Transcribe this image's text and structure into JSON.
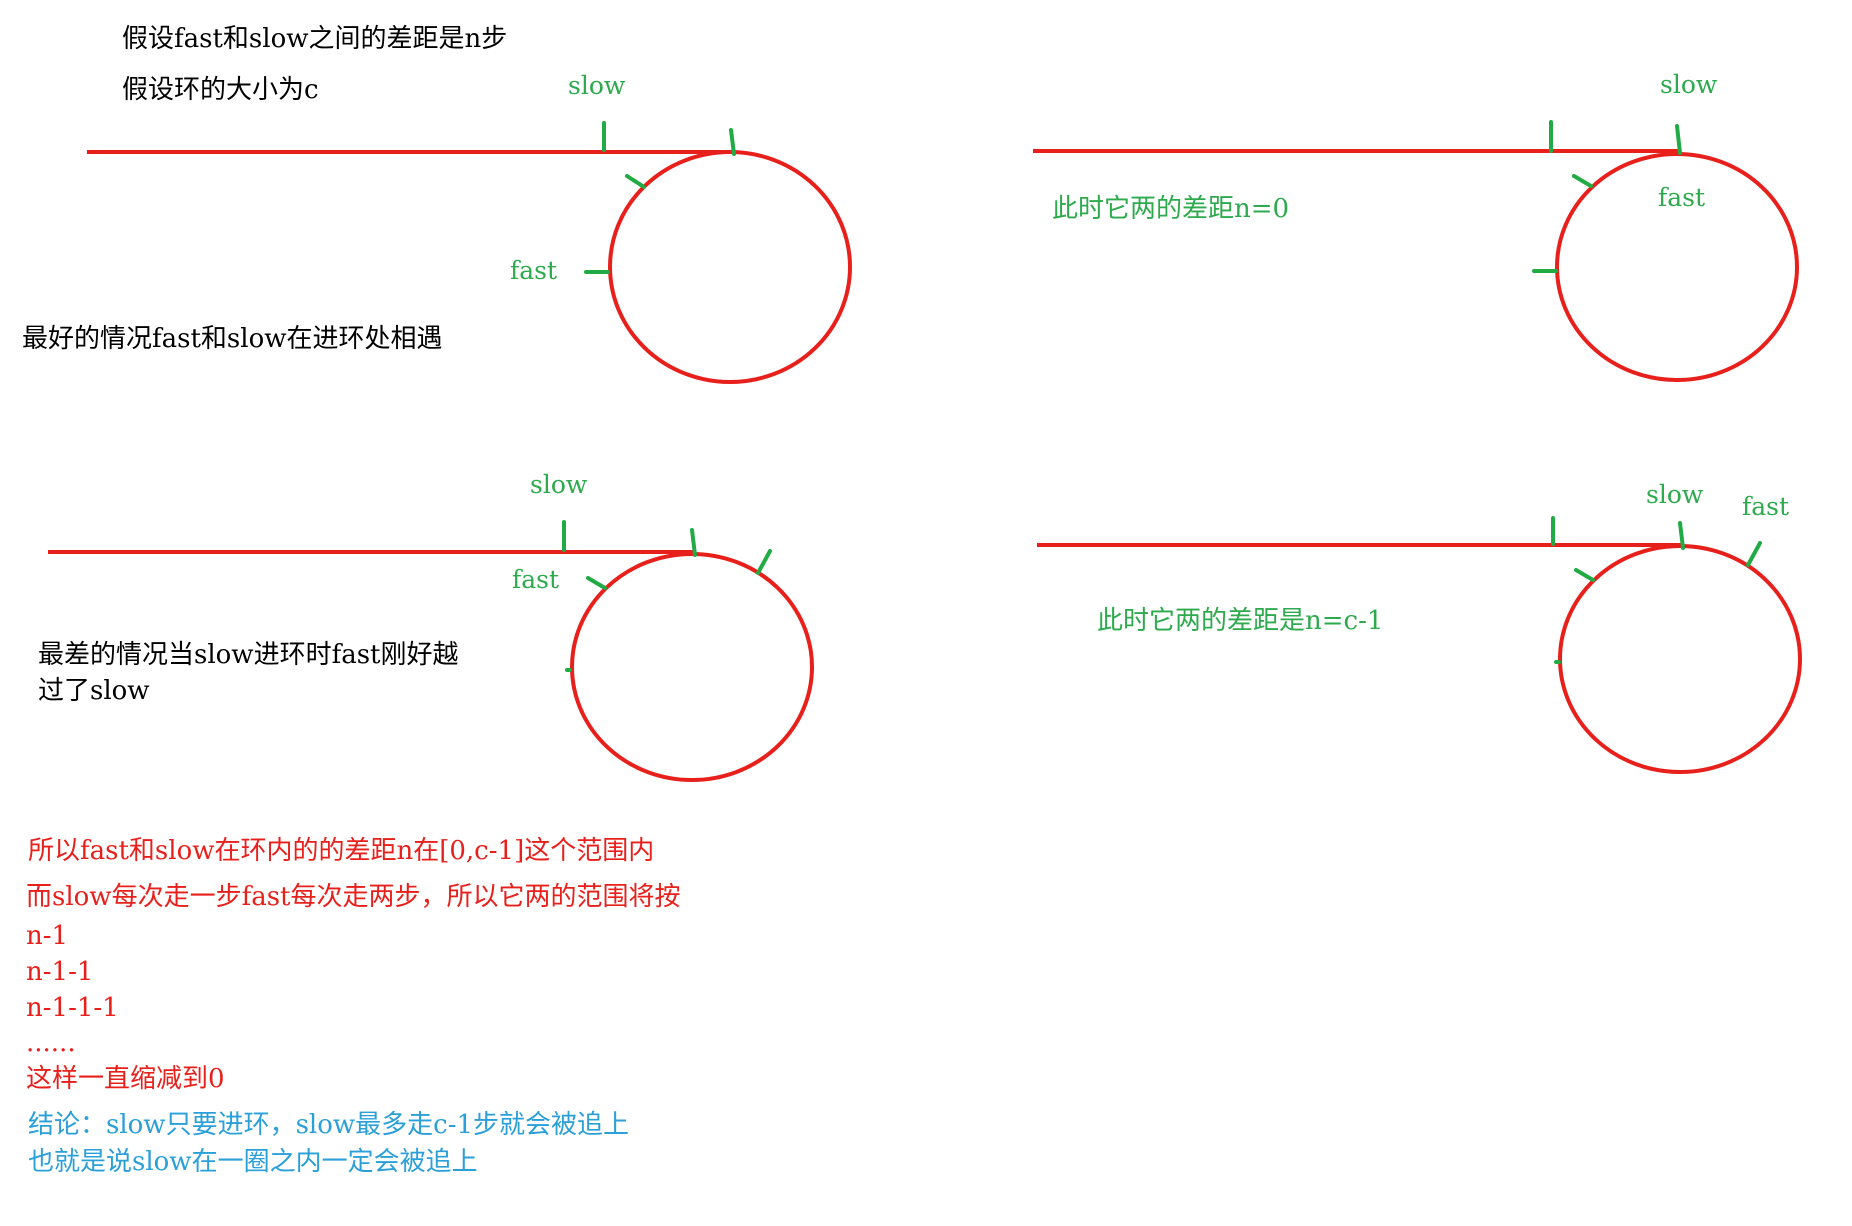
{
  "colors": {
    "track": "#e8201c",
    "marker": "#22aa44",
    "green_text": "#2eaa4e",
    "red_text": "#e8201c",
    "blue_text": "#2a9fd8",
    "black_text": "#000000"
  },
  "panel1": {
    "assumption_gap": "假设fast和slow之间的差距是n步",
    "assumption_ring": "假设环的大小为c",
    "slow_label": "slow",
    "fast_label": "fast",
    "caption": "最好的情况fast和slow在进环处相遇"
  },
  "panel2": {
    "slow_label": "slow",
    "fast_label": "fast",
    "caption": "此时它两的差距n=0"
  },
  "panel3": {
    "slow_label": "slow",
    "fast_label": "fast",
    "caption_line1": "最差的情况当slow进环时fast刚好越",
    "caption_line2": "过了slow"
  },
  "panel4": {
    "slow_label": "slow",
    "fast_label": "fast",
    "caption": "此时它两的差距是n=c-1"
  },
  "explanation": {
    "range": "所以fast和slow在环内的的差距n在[0,c-1]这个范围内",
    "step": "而slow每次走一步fast每次走两步，所以它两的范围将按",
    "seq1": "n-1",
    "seq2": "n-1-1",
    "seq3": "n-1-1-1",
    "ellipsis": "......",
    "shrink": "这样一直缩减到0"
  },
  "conclusion": {
    "line1": "结论：slow只要进环，slow最多走c-1步就会被追上",
    "line2": "也就是说slow在一圈之内一定会被追上"
  }
}
